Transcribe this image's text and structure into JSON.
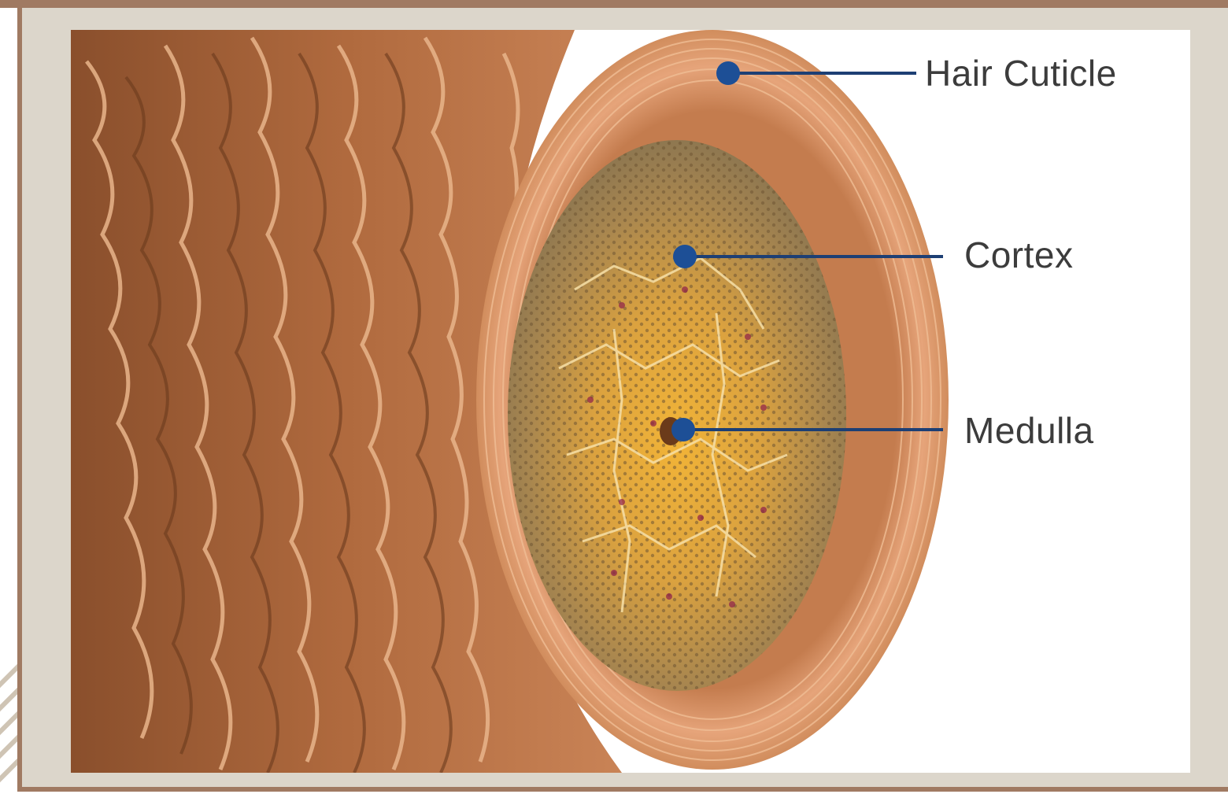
{
  "labels": {
    "cuticle": "Hair Cuticle",
    "cortex": "Cortex",
    "medulla": "Medulla"
  },
  "colors": {
    "frame_border": "#a07a62",
    "panel_background": "#dcd6cb",
    "pointer_line": "#1d3f74",
    "pointer_dot": "#1d4f96",
    "cuticle_scales": "#b36e43",
    "cortex": "#e0a63b",
    "medulla": "#6b3b1a"
  }
}
